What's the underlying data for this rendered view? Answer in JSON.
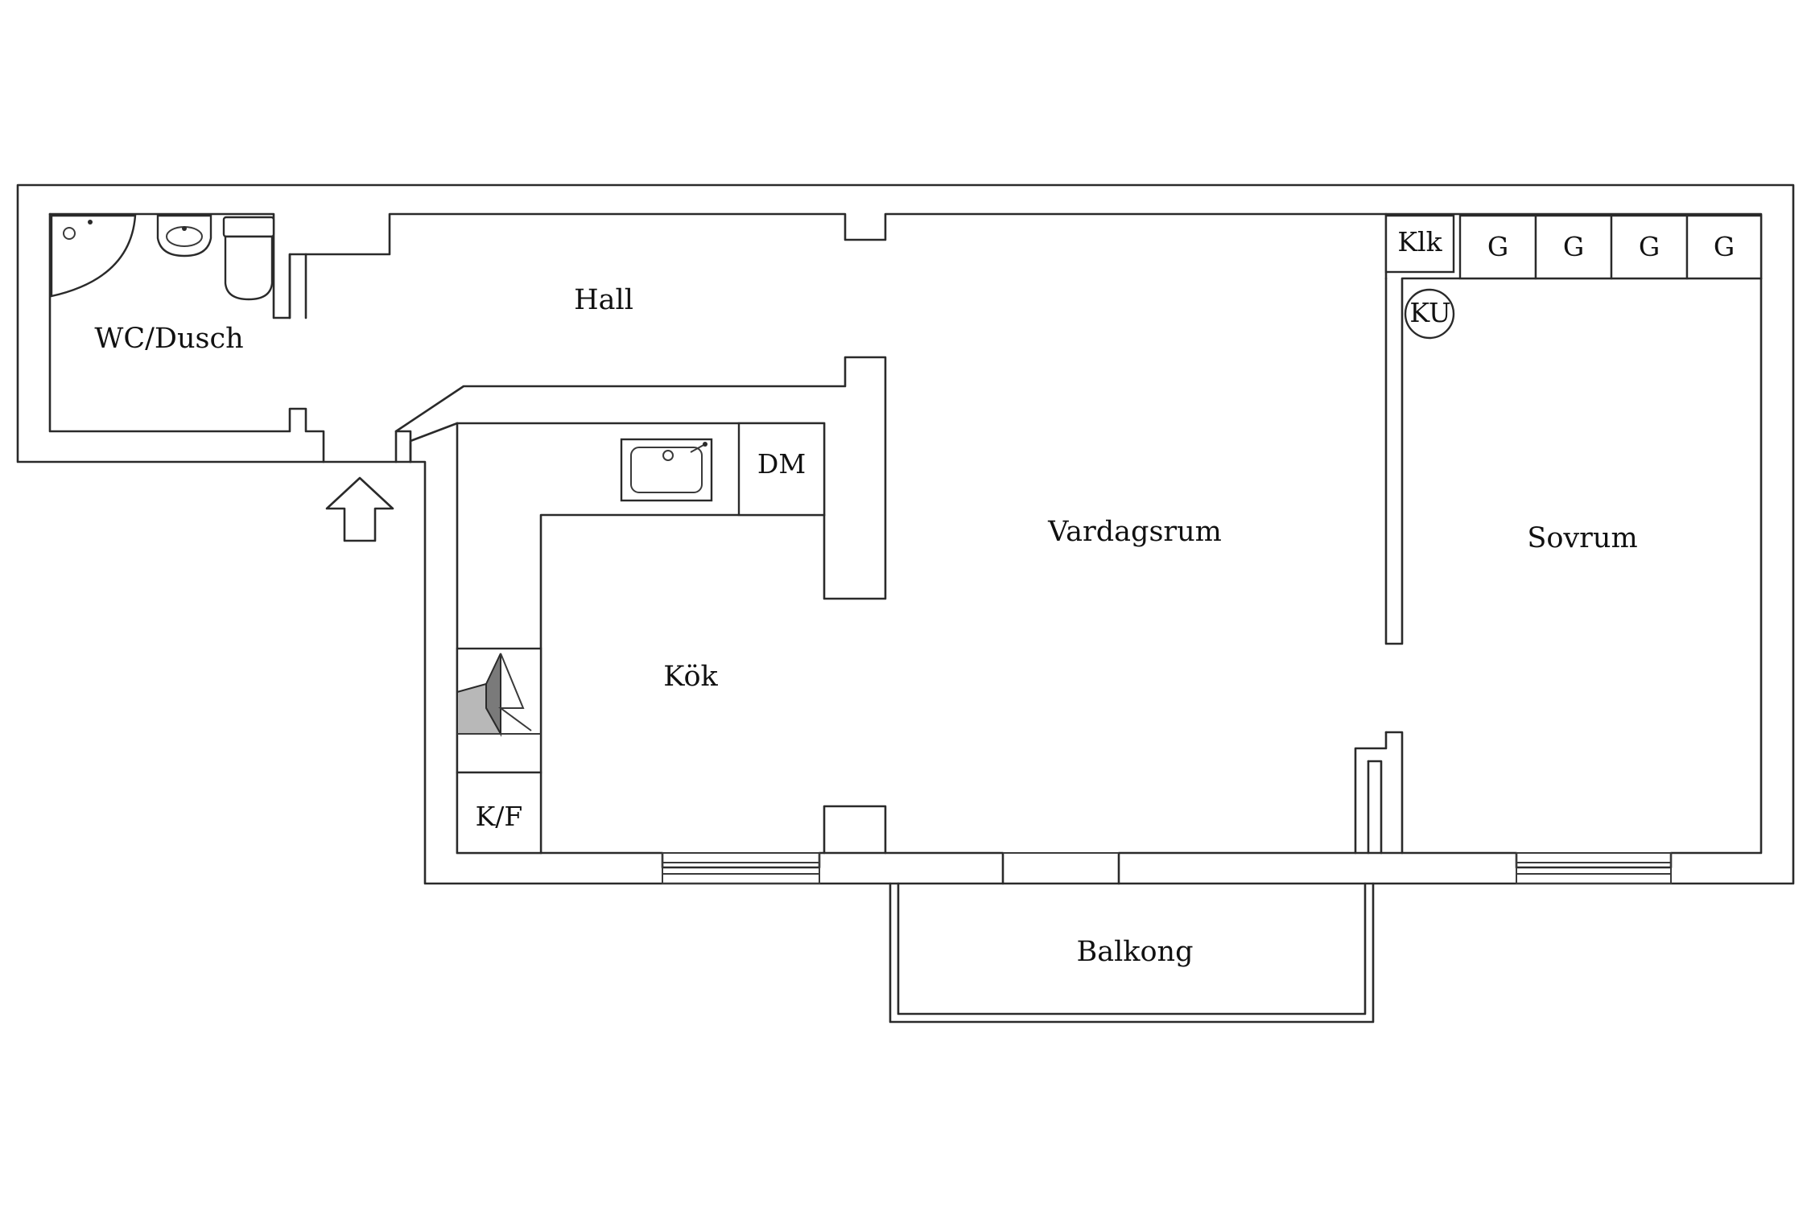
{
  "rooms": {
    "wc": "WC/Dusch",
    "hall": "Hall",
    "kitchen": "Kök",
    "living": "Vardagsrum",
    "bedroom": "Sovrum",
    "balcony": "Balkong"
  },
  "fixtures": {
    "dishwasher": "DM",
    "fridge_freezer": "K/F",
    "closet": "Klk",
    "wardrobes": [
      "G",
      "G",
      "G",
      "G"
    ],
    "ku": "KU"
  },
  "colors": {
    "line": "#2a2a2a",
    "fill_wall": "#ffffff",
    "stove_dark": "#7a7a7a",
    "stove_light": "#b8b8b8"
  }
}
